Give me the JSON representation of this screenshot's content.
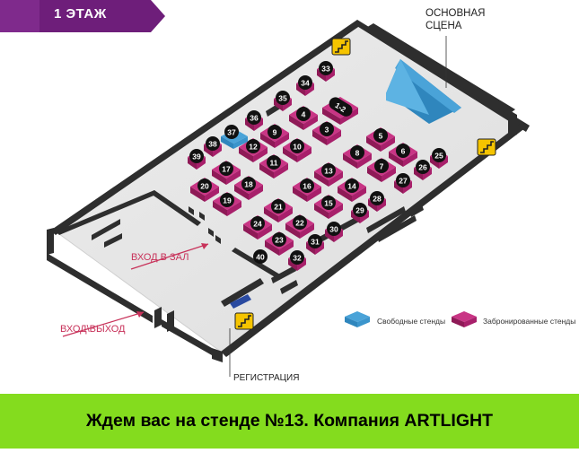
{
  "floor_label": "1 ЭТАЖ",
  "main_stage_label_line1": "ОСНОВНАЯ",
  "main_stage_label_line2": "СЦЕНА",
  "entry_hall_label": "ВХОД В ЗАЛ",
  "entry_exit_label": "ВХОД\\ВЫХОД",
  "registration_label": "РЕГИСТРАЦИЯ",
  "legend": {
    "free_label": "Свободные стенды",
    "booked_label": "Забронированные стенды"
  },
  "banner_text": "Ждем вас на стенде №13. Компания ARTLIGHT",
  "colors": {
    "brand_purple": "#6e1e7a",
    "booked_stand": "#b5246e",
    "free_stand": "#4aa3d8",
    "highlight_green": "#84dc1e",
    "stairs_yellow": "#f5c400",
    "floor_gray": "#e6e6e6",
    "wall_dark": "#2b2b2b"
  },
  "stands": {
    "s1_2": "1-2",
    "s3": "3",
    "s4": "4",
    "s5": "5",
    "s6": "6",
    "s7": "7",
    "s8": "8",
    "s9": "9",
    "s10": "10",
    "s11": "11",
    "s12": "12",
    "s13": "13",
    "s14": "14",
    "s15": "15",
    "s16": "16",
    "s17": "17",
    "s18": "18",
    "s19": "19",
    "s20": "20",
    "s21": "21",
    "s22": "22",
    "s23": "23",
    "s24": "24",
    "s25": "25",
    "s26": "26",
    "s27": "27",
    "s28": "28",
    "s29": "29",
    "s30": "30",
    "s31": "31",
    "s32": "32",
    "s33": "33",
    "s34": "34",
    "s35": "35",
    "s36": "36",
    "s37": "37",
    "s38": "38",
    "s39": "39",
    "s40": "40"
  },
  "icons": {
    "stairs": "stairs-icon",
    "entry_arrow": "arrow-icon"
  }
}
